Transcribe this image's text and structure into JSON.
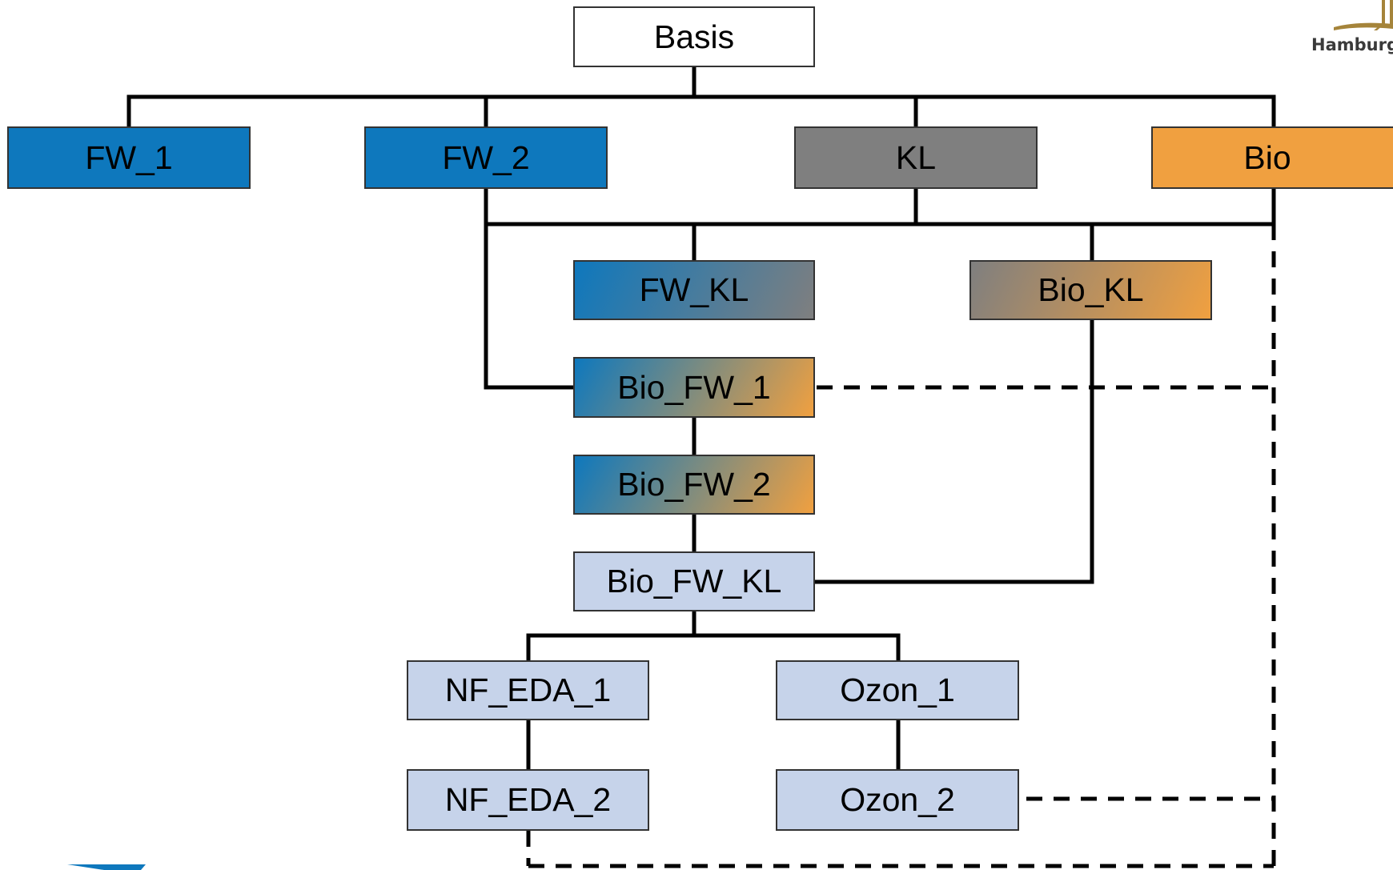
{
  "colors": {
    "blue": "#0e78bd",
    "gray": "#7f7f7f",
    "orange": "#f0a040",
    "light": "#c6d3ea",
    "white": "#ffffff",
    "line": "#000000",
    "logo_gold": "#a5843a"
  },
  "nodes": {
    "basis": "Basis",
    "fw_1": "FW_1",
    "fw_2": "FW_2",
    "kl": "KL",
    "bio": "Bio",
    "fw_kl": "FW_KL",
    "bio_kl": "Bio_KL",
    "bio_fw_1": "Bio_FW_1",
    "bio_fw_2": "Bio_FW_2",
    "bio_fw_kl": "Bio_FW_KL",
    "nf_eda_1": "NF_EDA_1",
    "nf_eda_2": "NF_EDA_2",
    "ozon_1": "Ozon_1",
    "ozon_2": "Ozon_2"
  },
  "logo": {
    "text": "Hamburger",
    "icon": "hamburg-logo-icon"
  },
  "corner_mark": {
    "icon": "blue-swoosh-icon"
  }
}
